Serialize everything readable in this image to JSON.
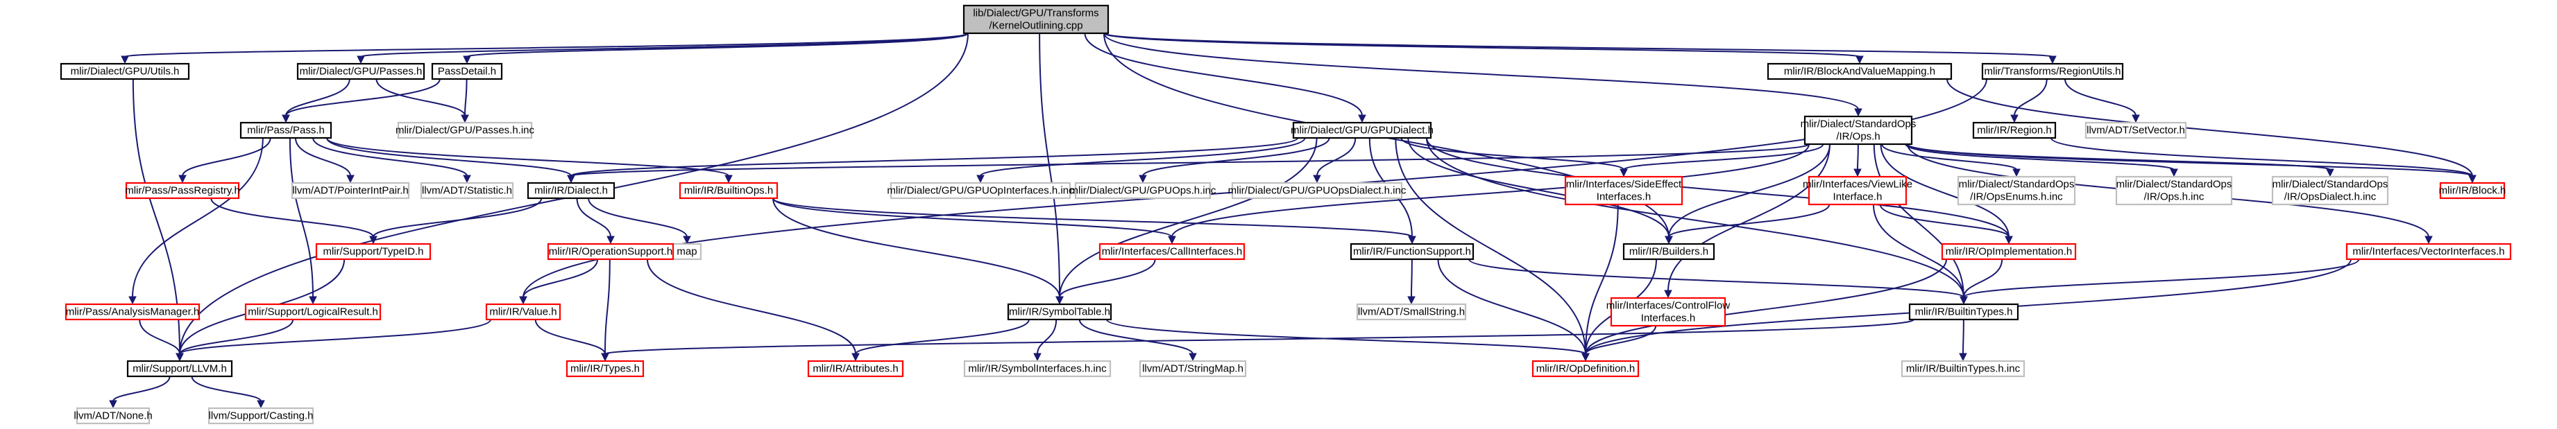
{
  "diagram": {
    "type": "include-dependency-graph",
    "colors": {
      "edge": "#191970",
      "root_fill": "#bfbfbf",
      "normal_border": "#000000",
      "missing_border": "#bfbfbf",
      "red_border": "#ff0000"
    },
    "nodes": [
      {
        "id": "root",
        "lines": [
          "lib/Dialect/GPU/Transforms",
          "/KernelOutlining.cpp"
        ],
        "kind": "root"
      },
      {
        "id": "gpu_utils",
        "lines": [
          "mlir/Dialect/GPU/Utils.h"
        ],
        "kind": "normal"
      },
      {
        "id": "gpu_passes",
        "lines": [
          "mlir/Dialect/GPU/Passes.h"
        ],
        "kind": "normal"
      },
      {
        "id": "passdetail",
        "lines": [
          "PassDetail.h"
        ],
        "kind": "normal"
      },
      {
        "id": "gpu_dialect",
        "lines": [
          "mlir/Dialect/GPU/GPUDialect.h"
        ],
        "kind": "normal"
      },
      {
        "id": "blockandvalue",
        "lines": [
          "mlir/IR/BlockAndValueMapping.h"
        ],
        "kind": "normal"
      },
      {
        "id": "regionutils",
        "lines": [
          "mlir/Transforms/RegionUtils.h"
        ],
        "kind": "normal"
      },
      {
        "id": "pass",
        "lines": [
          "mlir/Pass/Pass.h"
        ],
        "kind": "normal"
      },
      {
        "id": "gpu_passes_inc",
        "lines": [
          "mlir/Dialect/GPU/Passes.h.inc"
        ],
        "kind": "missing"
      },
      {
        "id": "std_ops",
        "lines": [
          "mlir/Dialect/StandardOps",
          "/IR/Ops.h"
        ],
        "kind": "normal"
      },
      {
        "id": "region",
        "lines": [
          "mlir/IR/Region.h"
        ],
        "kind": "normal"
      },
      {
        "id": "setvector",
        "lines": [
          "llvm/ADT/SetVector.h"
        ],
        "kind": "missing"
      },
      {
        "id": "passregistry",
        "lines": [
          "mlir/Pass/PassRegistry.h"
        ],
        "kind": "red"
      },
      {
        "id": "pointerintpair",
        "lines": [
          "llvm/ADT/PointerIntPair.h"
        ],
        "kind": "missing"
      },
      {
        "id": "statistic",
        "lines": [
          "llvm/ADT/Statistic.h"
        ],
        "kind": "missing"
      },
      {
        "id": "dialect",
        "lines": [
          "mlir/IR/Dialect.h"
        ],
        "kind": "normal"
      },
      {
        "id": "builtinops",
        "lines": [
          "mlir/IR/BuiltinOps.h"
        ],
        "kind": "red"
      },
      {
        "id": "gpu_opinterfaces_inc",
        "lines": [
          "mlir/Dialect/GPU/GPUOpInterfaces.h.inc"
        ],
        "kind": "missing"
      },
      {
        "id": "gpu_ops_inc",
        "lines": [
          "mlir/Dialect/GPU/GPUOps.h.inc"
        ],
        "kind": "missing"
      },
      {
        "id": "gpu_opsdialect_inc",
        "lines": [
          "mlir/Dialect/GPU/GPUOpsDialect.h.inc"
        ],
        "kind": "missing"
      },
      {
        "id": "sideeffect",
        "lines": [
          "mlir/Interfaces/SideEffect",
          "Interfaces.h"
        ],
        "kind": "red"
      },
      {
        "id": "viewlike",
        "lines": [
          "mlir/Interfaces/ViewLike",
          "Interface.h"
        ],
        "kind": "red"
      },
      {
        "id": "std_opsenums_inc",
        "lines": [
          "mlir/Dialect/StandardOps",
          "/IR/OpsEnums.h.inc"
        ],
        "kind": "missing"
      },
      {
        "id": "std_ops_inc",
        "lines": [
          "mlir/Dialect/StandardOps",
          "/IR/Ops.h.inc"
        ],
        "kind": "missing"
      },
      {
        "id": "std_opsdialect_inc",
        "lines": [
          "mlir/Dialect/StandardOps",
          "/IR/OpsDialect.h.inc"
        ],
        "kind": "missing"
      },
      {
        "id": "block",
        "lines": [
          "mlir/IR/Block.h"
        ],
        "kind": "red"
      },
      {
        "id": "vectorinterfaces",
        "lines": [
          "mlir/Interfaces/VectorInterfaces.h"
        ],
        "kind": "red"
      },
      {
        "id": "typeid",
        "lines": [
          "mlir/Support/TypeID.h"
        ],
        "kind": "red"
      },
      {
        "id": "map",
        "lines": [
          "map"
        ],
        "kind": "missing"
      },
      {
        "id": "callinterfaces",
        "lines": [
          "mlir/Interfaces/CallInterfaces.h"
        ],
        "kind": "red"
      },
      {
        "id": "functionsupport",
        "lines": [
          "mlir/IR/FunctionSupport.h"
        ],
        "kind": "normal"
      },
      {
        "id": "builders",
        "lines": [
          "mlir/IR/Builders.h"
        ],
        "kind": "normal"
      },
      {
        "id": "opimplementation",
        "lines": [
          "mlir/IR/OpImplementation.h"
        ],
        "kind": "red"
      },
      {
        "id": "analysismanager",
        "lines": [
          "mlir/Pass/AnalysisManager.h"
        ],
        "kind": "red"
      },
      {
        "id": "logicalresult",
        "lines": [
          "mlir/Support/LogicalResult.h"
        ],
        "kind": "red"
      },
      {
        "id": "operationsupport",
        "lines": [
          "mlir/IR/OperationSupport.h"
        ],
        "kind": "red"
      },
      {
        "id": "value",
        "lines": [
          "mlir/IR/Value.h"
        ],
        "kind": "red"
      },
      {
        "id": "symboltable",
        "lines": [
          "mlir/IR/SymbolTable.h"
        ],
        "kind": "normal"
      },
      {
        "id": "smallstring",
        "lines": [
          "llvm/ADT/SmallString.h"
        ],
        "kind": "missing"
      },
      {
        "id": "controlflow",
        "lines": [
          "mlir/Interfaces/ControlFlow",
          "Interfaces.h"
        ],
        "kind": "red"
      },
      {
        "id": "builtintypes",
        "lines": [
          "mlir/IR/BuiltinTypes.h"
        ],
        "kind": "normal"
      },
      {
        "id": "llvm_h",
        "lines": [
          "mlir/Support/LLVM.h"
        ],
        "kind": "normal"
      },
      {
        "id": "types",
        "lines": [
          "mlir/IR/Types.h"
        ],
        "kind": "red"
      },
      {
        "id": "attributes",
        "lines": [
          "mlir/IR/Attributes.h"
        ],
        "kind": "red"
      },
      {
        "id": "symbolinterfaces_inc",
        "lines": [
          "mlir/IR/SymbolInterfaces.h.inc"
        ],
        "kind": "missing"
      },
      {
        "id": "stringmap",
        "lines": [
          "llvm/ADT/StringMap.h"
        ],
        "kind": "missing"
      },
      {
        "id": "opdefinition",
        "lines": [
          "mlir/IR/OpDefinition.h"
        ],
        "kind": "red"
      },
      {
        "id": "builtintypes_inc",
        "lines": [
          "mlir/IR/BuiltinTypes.h.inc"
        ],
        "kind": "missing"
      },
      {
        "id": "none",
        "lines": [
          "llvm/ADT/None.h"
        ],
        "kind": "missing"
      },
      {
        "id": "casting",
        "lines": [
          "llvm/Support/Casting.h"
        ],
        "kind": "missing"
      }
    ],
    "edges": [
      [
        "root",
        "gpu_utils"
      ],
      [
        "root",
        "gpu_passes"
      ],
      [
        "root",
        "passdetail"
      ],
      [
        "root",
        "gpu_dialect"
      ],
      [
        "root",
        "blockandvalue"
      ],
      [
        "root",
        "regionutils"
      ],
      [
        "root",
        "std_ops"
      ],
      [
        "root",
        "builders"
      ],
      [
        "root",
        "symboltable"
      ],
      [
        "root",
        "llvm_h"
      ],
      [
        "gpu_utils",
        "llvm_h"
      ],
      [
        "gpu_passes",
        "pass"
      ],
      [
        "gpu_passes",
        "gpu_passes_inc"
      ],
      [
        "passdetail",
        "pass"
      ],
      [
        "passdetail",
        "gpu_passes_inc"
      ],
      [
        "regionutils",
        "region"
      ],
      [
        "regionutils",
        "setvector"
      ],
      [
        "regionutils",
        "value"
      ],
      [
        "blockandvalue",
        "block"
      ],
      [
        "region",
        "block"
      ],
      [
        "pass",
        "passregistry"
      ],
      [
        "pass",
        "pointerintpair"
      ],
      [
        "pass",
        "statistic"
      ],
      [
        "pass",
        "dialect"
      ],
      [
        "pass",
        "builtinops"
      ],
      [
        "pass",
        "analysismanager"
      ],
      [
        "pass",
        "logicalresult"
      ],
      [
        "passregistry",
        "typeid"
      ],
      [
        "gpu_dialect",
        "dialect"
      ],
      [
        "gpu_dialect",
        "gpu_opinterfaces_inc"
      ],
      [
        "gpu_dialect",
        "gpu_ops_inc"
      ],
      [
        "gpu_dialect",
        "gpu_opsdialect_inc"
      ],
      [
        "gpu_dialect",
        "sideeffect"
      ],
      [
        "gpu_dialect",
        "functionsupport"
      ],
      [
        "gpu_dialect",
        "builders"
      ],
      [
        "gpu_dialect",
        "symboltable"
      ],
      [
        "gpu_dialect",
        "opdefinition"
      ],
      [
        "gpu_dialect",
        "builtintypes"
      ],
      [
        "gpu_dialect",
        "opimplementation"
      ],
      [
        "std_ops",
        "dialect"
      ],
      [
        "std_ops",
        "sideeffect"
      ],
      [
        "std_ops",
        "viewlike"
      ],
      [
        "std_ops",
        "std_opsenums_inc"
      ],
      [
        "std_ops",
        "std_ops_inc"
      ],
      [
        "std_ops",
        "std_opsdialect_inc"
      ],
      [
        "std_ops",
        "block"
      ],
      [
        "std_ops",
        "vectorinterfaces"
      ],
      [
        "std_ops",
        "callinterfaces"
      ],
      [
        "std_ops",
        "builders"
      ],
      [
        "std_ops",
        "opimplementation"
      ],
      [
        "std_ops",
        "controlflow"
      ],
      [
        "std_ops",
        "builtintypes"
      ],
      [
        "dialect",
        "typeid"
      ],
      [
        "dialect",
        "map"
      ],
      [
        "dialect",
        "operationsupport"
      ],
      [
        "builtinops",
        "callinterfaces"
      ],
      [
        "builtinops",
        "functionsupport"
      ],
      [
        "builtinops",
        "symboltable"
      ],
      [
        "sideeffect",
        "opdefinition"
      ],
      [
        "viewlike",
        "builders"
      ],
      [
        "viewlike",
        "opimplementation"
      ],
      [
        "viewlike",
        "builtintypes"
      ],
      [
        "vectorinterfaces",
        "builtintypes"
      ],
      [
        "vectorinterfaces",
        "opdefinition"
      ],
      [
        "typeid",
        "llvm_h"
      ],
      [
        "callinterfaces",
        "symboltable"
      ],
      [
        "functionsupport",
        "smallstring"
      ],
      [
        "functionsupport",
        "opdefinition"
      ],
      [
        "functionsupport",
        "builtintypes"
      ],
      [
        "builders",
        "opdefinition"
      ],
      [
        "opimplementation",
        "builtintypes"
      ],
      [
        "opimplementation",
        "opdefinition"
      ],
      [
        "analysismanager",
        "llvm_h"
      ],
      [
        "logicalresult",
        "llvm_h"
      ],
      [
        "operationsupport",
        "value"
      ],
      [
        "operationsupport",
        "types"
      ],
      [
        "operationsupport",
        "attributes"
      ],
      [
        "value",
        "llvm_h"
      ],
      [
        "value",
        "types"
      ],
      [
        "symboltable",
        "attributes"
      ],
      [
        "symboltable",
        "symbolinterfaces_inc"
      ],
      [
        "symboltable",
        "stringmap"
      ],
      [
        "symboltable",
        "opdefinition"
      ],
      [
        "controlflow",
        "opdefinition"
      ],
      [
        "builtintypes",
        "types"
      ],
      [
        "builtintypes",
        "builtintypes_inc"
      ],
      [
        "llvm_h",
        "none"
      ],
      [
        "llvm_h",
        "casting"
      ]
    ]
  }
}
